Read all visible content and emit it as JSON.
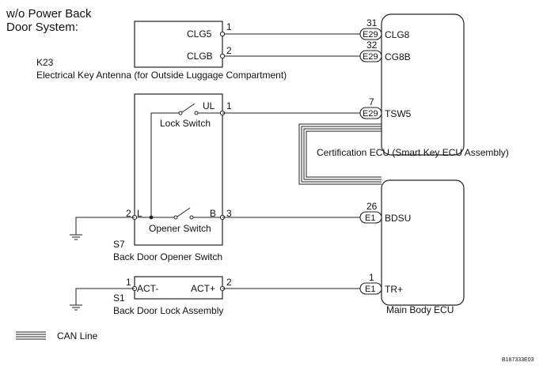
{
  "header": {
    "line1": "w/o Power Back",
    "line2": "Door System:"
  },
  "antenna": {
    "code": "K23",
    "name": "Electrical Key Antenna (for Outside Luggage Compartment)",
    "pins": [
      {
        "label": "CLG5",
        "num": "1"
      },
      {
        "label": "CLGB",
        "num": "2"
      }
    ]
  },
  "opener_switch": {
    "code": "S7",
    "name": "Back Door Opener Switch",
    "lock_switch_label": "Lock Switch",
    "opener_switch_label": "Opener Switch",
    "pin_ul": "UL",
    "pin_ul_num": "1",
    "pin_l": "L",
    "pin_l_num": "2",
    "pin_b": "B",
    "pin_b_num": "3"
  },
  "lock_assembly": {
    "code": "S1",
    "name": "Back Door Lock Assembly",
    "pin_minus": "ACT-",
    "pin_minus_num": "1",
    "pin_plus": "ACT+",
    "pin_plus_num": "2"
  },
  "cert_ecu": {
    "name": "Certification ECU (Smart Key ECU Assembly)",
    "terminals": [
      {
        "connector": "E29",
        "num": "31",
        "label": "CLG8"
      },
      {
        "connector": "E29",
        "num": "32",
        "label": "CG8B"
      },
      {
        "connector": "E29",
        "num": "7",
        "label": "TSW5"
      }
    ]
  },
  "body_ecu": {
    "name": "Main Body ECU",
    "terminals": [
      {
        "connector": "E1",
        "num": "26",
        "label": "BDSU"
      },
      {
        "connector": "E1",
        "num": "1",
        "label": "TR+"
      }
    ]
  },
  "legend": {
    "can_line": "CAN Line"
  },
  "doc_id": "B187333E03"
}
